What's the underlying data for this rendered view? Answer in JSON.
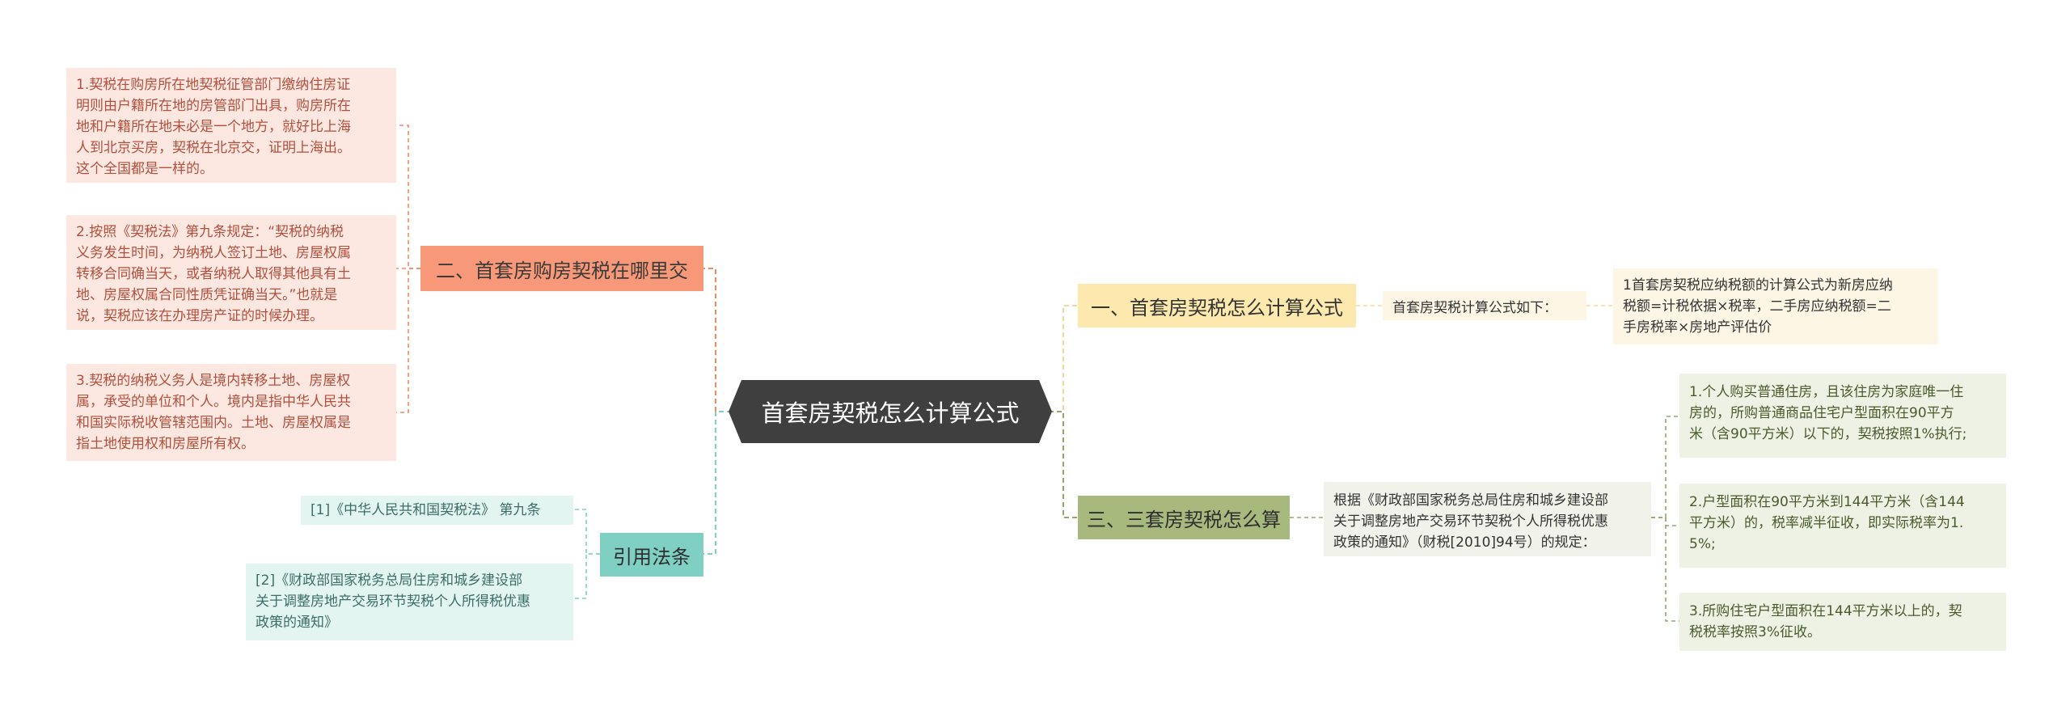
{
  "root": {
    "label": "首套房契税怎么计算公式"
  },
  "branch_where": {
    "label": "二、首套房购房契税在哪里交",
    "leaves": [
      "1.契税在购房所在地契税征管部门缴纳住房证\n明则由户籍所在地的房管部门出具，购房所在\n地和户籍所在地未必是一个地方，就好比上海\n人到北京买房，契税在北京交，证明上海出。\n这个全国都是一样的。",
      "2.按照《契税法》第九条规定：“契税的纳税\n义务发生时间，为纳税人签订土地、房屋权属\n转移合同确当天，或者纳税人取得其他具有土\n地、房屋权属合同性质凭证确当天。”也就是\n说，契税应该在办理房产证的时候办理。",
      "3.契税的纳税义务人是境内转移土地、房屋权\n属，承受的单位和个人。境内是指中华人民共\n和国实际税收管辖范围内。土地、房屋权属是\n指土地使用权和房屋所有权。"
    ]
  },
  "branch_formula": {
    "label": "一、首套房契税怎么计算公式",
    "mid": "首套房契税计算公式如下：",
    "leaf": "1首套房契税应纳税额的计算公式为新房应纳\n税额=计税依据×税率，二手房应纳税额=二\n手房税率×房地产评估价"
  },
  "branch_third": {
    "label": "三、三套房契税怎么算",
    "mid": "根据《财政部国家税务总局住房和城乡建设部\n关于调整房地产交易环节契税个人所得税优惠\n政策的通知》（财税[2010]94号）的规定：",
    "leaves": [
      "1.个人购买普通住房，且该住房为家庭唯一住\n房的，所购普通商品住宅户型面积在90平方\n米（含90平方米）以下的，契税按照1%执行;",
      "2.户型面积在90平方米到144平方米（含144\n平方米）的，税率减半征收，即实际税率为1.\n5%;",
      "3.所购住宅户型面积在144平方米以上的，契\n税税率按照3%征收。"
    ]
  },
  "branch_refs": {
    "label": "引用法条",
    "leaves": [
      "[1]《中华人民共和国契税法》 第九条",
      "[2]《财政部国家税务总局住房和城乡建设部\n关于调整房地产交易环节契税个人所得税优惠\n政策的通知》"
    ]
  },
  "colors": {
    "root": "#3f3f3f",
    "branch_where": "#f79978",
    "branch_formula": "#fde9ae",
    "branch_third": "#a7b97c",
    "branch_refs": "#7fcfc2",
    "link_where": "#f08a68",
    "link_formula": "#f3d89a",
    "link_third": "#93a86a",
    "link_refs": "#7fcfc2"
  }
}
